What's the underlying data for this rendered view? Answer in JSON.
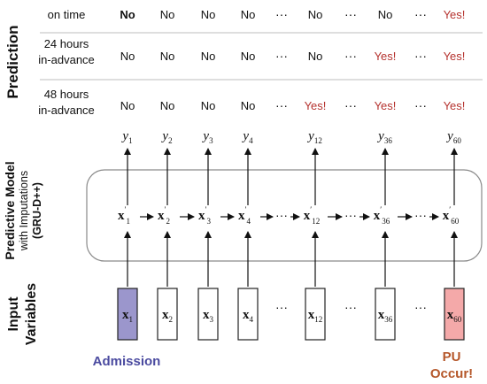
{
  "section_labels": {
    "prediction": "Prediction",
    "model_line1": "Predictive Model",
    "model_line2": "with Imputations",
    "model_line3": "(GRU-D++)",
    "input_line1": "Input",
    "input_line2": "Variables"
  },
  "horizons": [
    {
      "line1": "on time",
      "line2": ""
    },
    {
      "line1": "24 hours",
      "line2": "in-advance"
    },
    {
      "line1": "48 hours",
      "line2": "in-advance"
    }
  ],
  "prediction_grid": [
    [
      "No",
      "No",
      "No",
      "No",
      "···",
      "No",
      "···",
      "No",
      "···",
      "Yes!"
    ],
    [
      "No",
      "No",
      "No",
      "No",
      "···",
      "No",
      "···",
      "Yes!",
      "···",
      "Yes!"
    ],
    [
      "No",
      "No",
      "No",
      "No",
      "···",
      "Yes!",
      "···",
      "Yes!",
      "···",
      "Yes!"
    ]
  ],
  "timesteps": [
    {
      "y_base": "y",
      "y_sub": "1",
      "h_base": "x",
      "h_sub": "1",
      "x_base": "x",
      "x_sub": "1",
      "input_color": "#9b96cc"
    },
    {
      "y_base": "y",
      "y_sub": "2",
      "h_base": "x",
      "h_sub": "2",
      "x_base": "x",
      "x_sub": "2",
      "input_color": "#ffffff"
    },
    {
      "y_base": "y",
      "y_sub": "3",
      "h_base": "x",
      "h_sub": "3",
      "x_base": "x",
      "x_sub": "3",
      "input_color": "#ffffff"
    },
    {
      "y_base": "y",
      "y_sub": "4",
      "h_base": "x",
      "h_sub": "4",
      "x_base": "x",
      "x_sub": "4",
      "input_color": "#ffffff"
    },
    {
      "y_base": "y",
      "y_sub": "12",
      "h_base": "x",
      "h_sub": "12",
      "x_base": "x",
      "x_sub": "12",
      "input_color": "#ffffff"
    },
    {
      "y_base": "y",
      "y_sub": "36",
      "h_base": "x",
      "h_sub": "36",
      "x_base": "x",
      "x_sub": "36",
      "input_color": "#ffffff"
    },
    {
      "y_base": "y",
      "y_sub": "60",
      "h_base": "x",
      "h_sub": "60",
      "x_base": "x",
      "x_sub": "60",
      "input_color": "#f4a9a9"
    }
  ],
  "ellipsis": "···",
  "prime": "′",
  "admission_label": "Admission",
  "pu_line1": "PU",
  "pu_line2": "Occur!",
  "colors": {
    "yes": "#b5322e",
    "no": "#111111",
    "admission": "#4b4ba0",
    "pu": "#b5572a",
    "box_stroke": "#222222",
    "model_box_stroke": "#8a8a8a",
    "divider": "#bdbdbd"
  }
}
